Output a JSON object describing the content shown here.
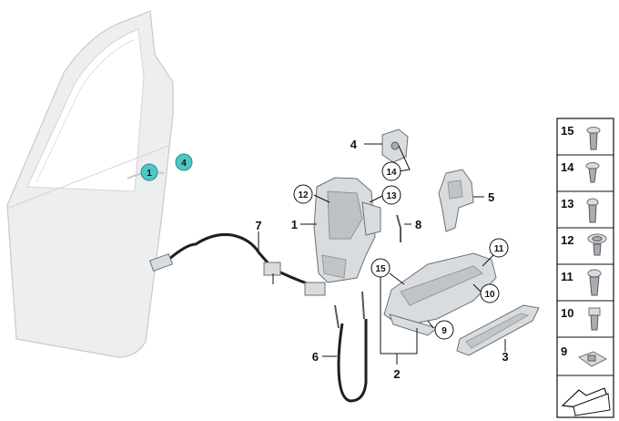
{
  "callouts": {
    "c1": "1",
    "c2": "2",
    "c3": "3",
    "c4": "4",
    "c5": "5",
    "c6": "6",
    "c7": "7",
    "c8": "8",
    "c9": "9",
    "c10": "10",
    "c11": "11",
    "c12": "12",
    "c13": "13",
    "c14": "14",
    "c15": "15"
  },
  "door_markers": {
    "m1": "1",
    "m4": "4"
  },
  "legend": {
    "items": [
      {
        "label": "15",
        "icon": "torx-screw-icon"
      },
      {
        "label": "14",
        "icon": "flat-head-screw-icon"
      },
      {
        "label": "13",
        "icon": "pan-head-screw-icon"
      },
      {
        "label": "12",
        "icon": "large-flange-screw-icon"
      },
      {
        "label": "11",
        "icon": "flange-screw-icon"
      },
      {
        "label": "10",
        "icon": "hex-bolt-icon"
      },
      {
        "label": "9",
        "icon": "clip-nut-icon"
      }
    ],
    "last_icon": "assembly-arrow-icon"
  },
  "colors": {
    "door_marker_fill": "#4fc7c4",
    "part_fill": "#d9dcde",
    "frame": "#111111"
  }
}
